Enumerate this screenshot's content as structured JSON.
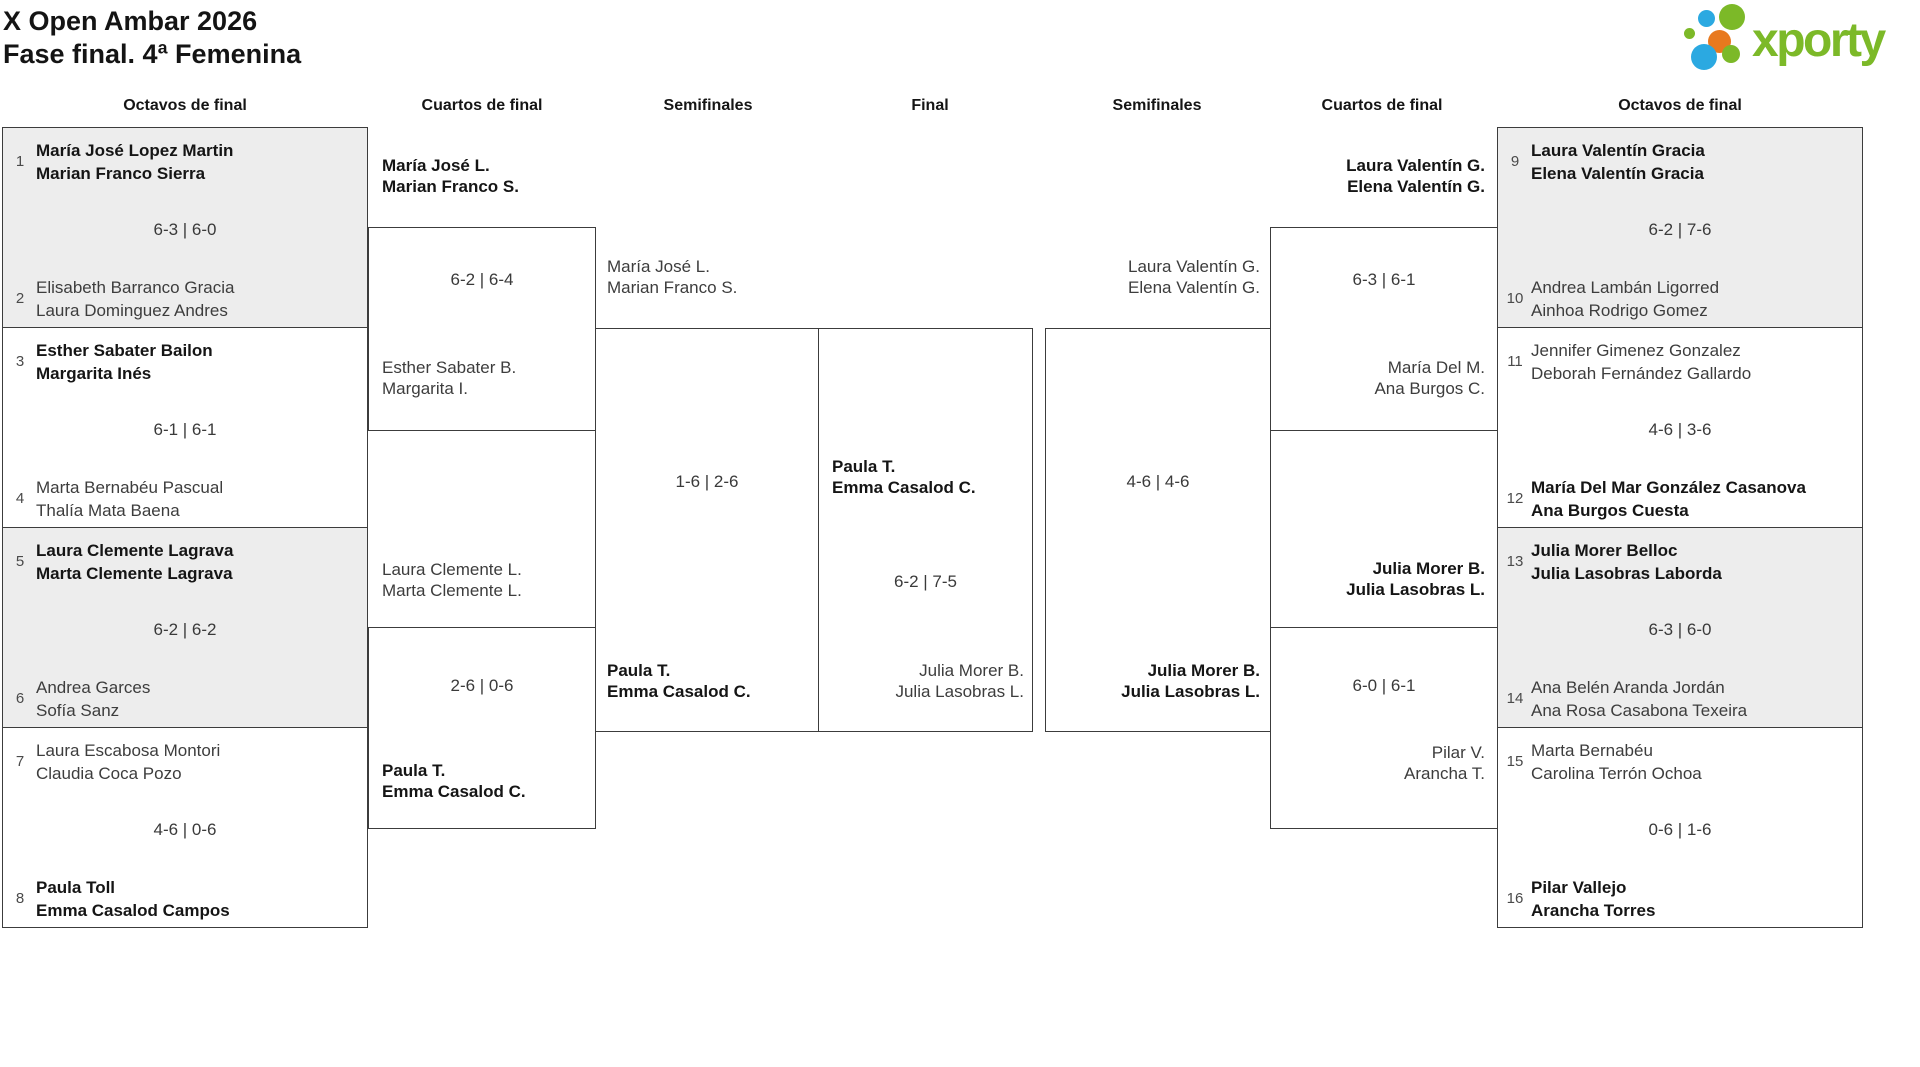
{
  "title": {
    "line1": "X Open Ambar 2026",
    "line2": "Fase final. 4ª Femenina"
  },
  "logo": {
    "wordmark": "xporty",
    "green": "#7cb928",
    "blue": "#2ba9e1",
    "orange": "#e8791e"
  },
  "round_headers": {
    "left_r16": "Octavos de final",
    "left_qf": "Cuartos de final",
    "left_sf": "Semifinales",
    "final": "Final",
    "right_sf": "Semifinales",
    "right_qf": "Cuartos de final",
    "right_r16": "Octavos de final"
  },
  "octavos_left": [
    {
      "seed_top": "1",
      "team_top": [
        "María José Lopez Martin",
        "Marian Franco Sierra"
      ],
      "score": "6-3 | 6-0",
      "seed_bottom": "2",
      "team_bottom": [
        "Elisabeth Barranco Gracia",
        "Laura Dominguez Andres"
      ],
      "winner": "top"
    },
    {
      "seed_top": "3",
      "team_top": [
        "Esther Sabater Bailon",
        "Margarita Inés"
      ],
      "score": "6-1 | 6-1",
      "seed_bottom": "4",
      "team_bottom": [
        "Marta Bernabéu Pascual",
        "Thalía Mata Baena"
      ],
      "winner": "top"
    },
    {
      "seed_top": "5",
      "team_top": [
        "Laura Clemente Lagrava",
        "Marta Clemente Lagrava"
      ],
      "score": "6-2 | 6-2",
      "seed_bottom": "6",
      "team_bottom": [
        "Andrea Garces",
        "Sofía Sanz"
      ],
      "winner": "top"
    },
    {
      "seed_top": "7",
      "team_top": [
        "Laura Escabosa Montori",
        "Claudia Coca Pozo"
      ],
      "score": "4-6 | 0-6",
      "seed_bottom": "8",
      "team_bottom": [
        "Paula Toll",
        "Emma Casalod Campos"
      ],
      "winner": "bottom"
    }
  ],
  "octavos_right": [
    {
      "seed_top": "9",
      "team_top": [
        "Laura Valentín Gracia",
        "Elena Valentín Gracia"
      ],
      "score": "6-2 | 7-6",
      "seed_bottom": "10",
      "team_bottom": [
        "Andrea Lambán Ligorred",
        "Ainhoa Rodrigo Gomez"
      ],
      "winner": "top"
    },
    {
      "seed_top": "11",
      "team_top": [
        "Jennifer Gimenez Gonzalez",
        "Deborah Fernández Gallardo"
      ],
      "score": "4-6 | 3-6",
      "seed_bottom": "12",
      "team_bottom": [
        "María Del Mar González Casanova",
        "Ana Burgos Cuesta"
      ],
      "winner": "bottom"
    },
    {
      "seed_top": "13",
      "team_top": [
        "Julia Morer Belloc",
        "Julia Lasobras Laborda"
      ],
      "score": "6-3 | 6-0",
      "seed_bottom": "14",
      "team_bottom": [
        "Ana Belén Aranda Jordán",
        "Ana Rosa Casabona Texeira"
      ],
      "winner": "top"
    },
    {
      "seed_top": "15",
      "team_top": [
        "Marta Bernabéu",
        "Carolina Terrón Ochoa"
      ],
      "score": "0-6 | 1-6",
      "seed_bottom": "16",
      "team_bottom": [
        "Pilar Vallejo",
        "Arancha Torres"
      ],
      "winner": "bottom"
    }
  ],
  "quarterfinals_left": [
    {
      "team_top": [
        "María José L.",
        "Marian Franco S."
      ],
      "score": "6-2 | 6-4",
      "team_bottom": [
        "Esther Sabater B.",
        "Margarita I."
      ],
      "winner": "top"
    },
    {
      "team_top": [
        "Laura Clemente L.",
        "Marta Clemente L."
      ],
      "score": "2-6 | 0-6",
      "team_bottom": [
        "Paula T.",
        "Emma Casalod C."
      ],
      "winner": "bottom"
    }
  ],
  "quarterfinals_right": [
    {
      "team_top": [
        "Laura Valentín G.",
        "Elena Valentín G."
      ],
      "score": "6-3 | 6-1",
      "team_bottom": [
        "María Del M.",
        "Ana Burgos C."
      ],
      "winner": "top"
    },
    {
      "team_top": [
        "Julia Morer B.",
        "Julia Lasobras L."
      ],
      "score": "6-0 | 6-1",
      "team_bottom": [
        "Pilar V.",
        "Arancha T."
      ],
      "winner": "top"
    }
  ],
  "semifinal_left": {
    "team_top": [
      "María José L.",
      "Marian Franco S."
    ],
    "score": "1-6 | 2-6",
    "team_bottom": [
      "Paula T.",
      "Emma Casalod C."
    ],
    "winner": "bottom"
  },
  "semifinal_right": {
    "team_top": [
      "Laura Valentín G.",
      "Elena Valentín G."
    ],
    "score": "4-6 | 4-6",
    "team_bottom": [
      "Julia Morer B.",
      "Julia Lasobras L."
    ],
    "winner": "bottom"
  },
  "final": {
    "team_top": [
      "Paula T.",
      "Emma Casalod C."
    ],
    "score": "6-2 | 7-5",
    "team_bottom": [
      "Julia Morer B.",
      "Julia Lasobras L."
    ],
    "winner": "top"
  }
}
